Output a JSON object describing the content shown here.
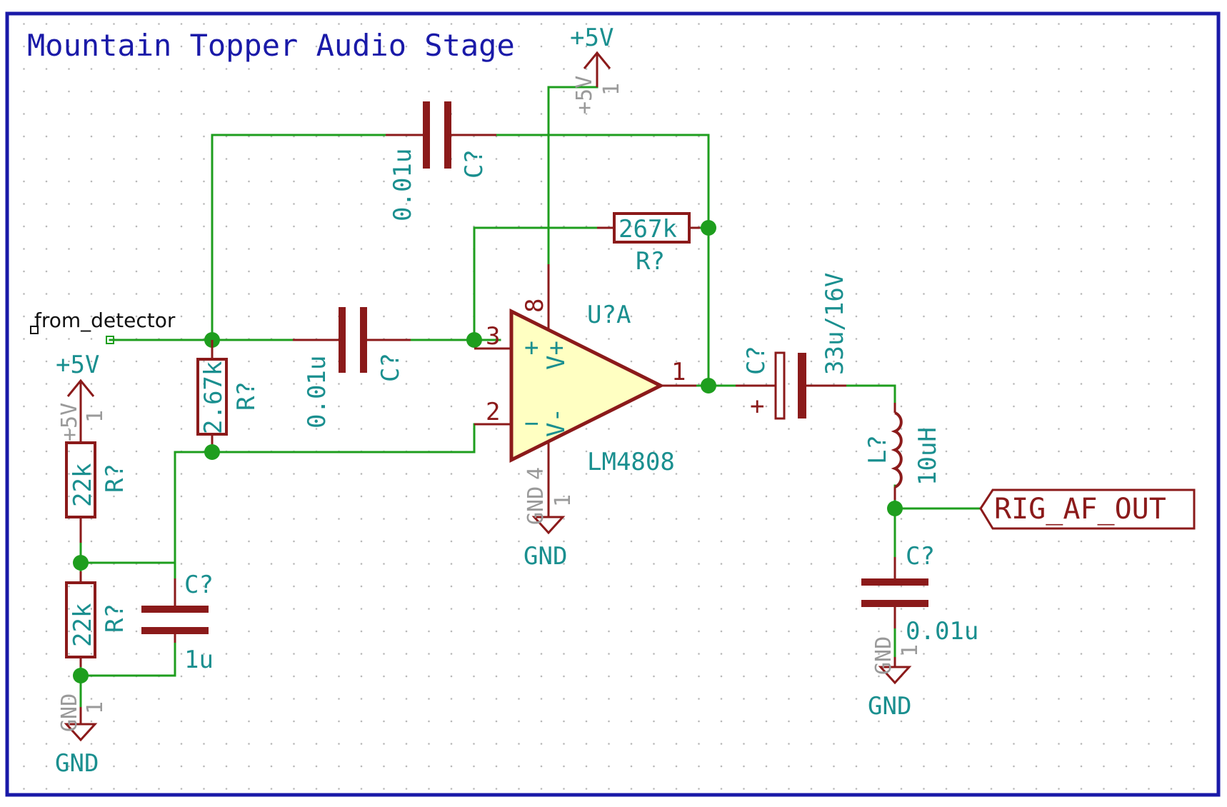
{
  "title": "Mountain Topper Audio Stage",
  "net_label": "from_detector",
  "output_port": "RIG_AF_OUT",
  "power": {
    "vcc": "+5V",
    "vcc_pin_name": "+5V",
    "gnd": "GND",
    "gnd_pin_name": "GND",
    "pin_number": "1"
  },
  "opamp": {
    "ref": "U?A",
    "value": "LM4808",
    "pin_noninv": "3",
    "pin_inv": "2",
    "pin_out": "1",
    "pin_vpos": "8",
    "pin_vneg": "4",
    "vpos_name": "V+",
    "vneg_name": "V-",
    "plus_sign": "+",
    "minus_sign": "−"
  },
  "components": {
    "c_top": {
      "ref": "C?",
      "value": "0.01u"
    },
    "c_input": {
      "ref": "C?",
      "value": "0.01u"
    },
    "r_feedback": {
      "ref": "R?",
      "value": "267k"
    },
    "r_bias": {
      "ref": "R?",
      "value": "2.67k"
    },
    "r_div_top": {
      "ref": "R?",
      "value": "22k"
    },
    "r_div_bot": {
      "ref": "R?",
      "value": "22k"
    },
    "c_bypass": {
      "ref": "C?",
      "value": "1u"
    },
    "c_out": {
      "ref": "C?",
      "value": "33u/16V",
      "polarity": "+"
    },
    "l_out": {
      "ref": "L?",
      "value": "10uH"
    },
    "c_shunt": {
      "ref": "C?",
      "value": "0.01u"
    }
  },
  "colors": {
    "wire": "#1e9e1e",
    "component": "#8b1a1a",
    "text": "#1a8f8f",
    "title": "#1a1aa8",
    "frame": "#1a1aa8",
    "opamp_fill": "#ffffc2"
  }
}
